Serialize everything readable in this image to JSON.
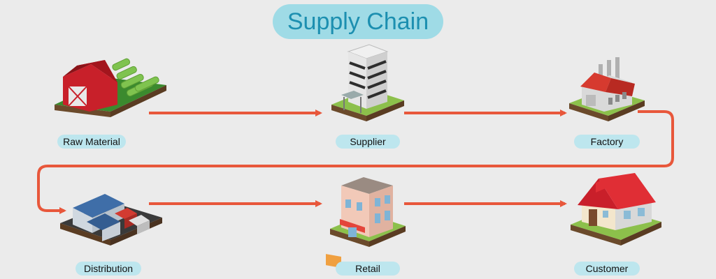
{
  "title": "Supply Chain",
  "stages": [
    {
      "label": "Raw Material",
      "icon": "barn-field-icon"
    },
    {
      "label": "Supplier",
      "icon": "office-building-icon"
    },
    {
      "label": "Factory",
      "icon": "factory-icon"
    },
    {
      "label": "Distribution",
      "icon": "warehouse-trucks-icon"
    },
    {
      "label": "Retail",
      "icon": "retail-store-icon"
    },
    {
      "label": "Customer",
      "icon": "house-icon"
    }
  ],
  "colors": {
    "arrow": "#e8573b",
    "pill": "#bde6ee",
    "title_pill": "#9fdbe6",
    "title_text": "#1c8fb0"
  }
}
